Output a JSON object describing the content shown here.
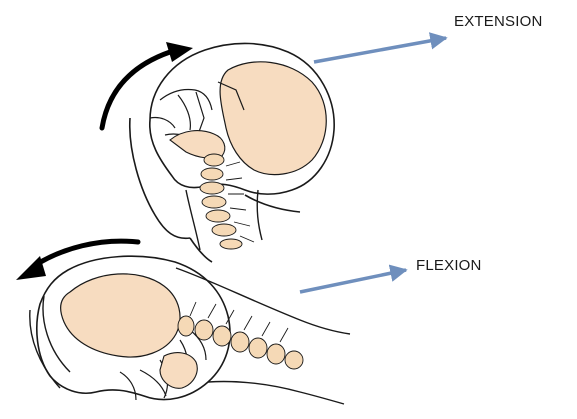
{
  "labels": {
    "extension": "EXTENSION",
    "flexion": "FLEXION"
  },
  "colors": {
    "outline": "#1a1a1a",
    "skull_fill": "#f7dcc0",
    "spine_fill": "#f5d9b6",
    "arrow_blue": "#6f8fbd",
    "curved_arrow": "#000000"
  },
  "icons": {
    "extension_motion": "curved-arrow-up-right",
    "flexion_motion": "curved-arrow-down-left",
    "pointer": "straight-arrow-right"
  }
}
